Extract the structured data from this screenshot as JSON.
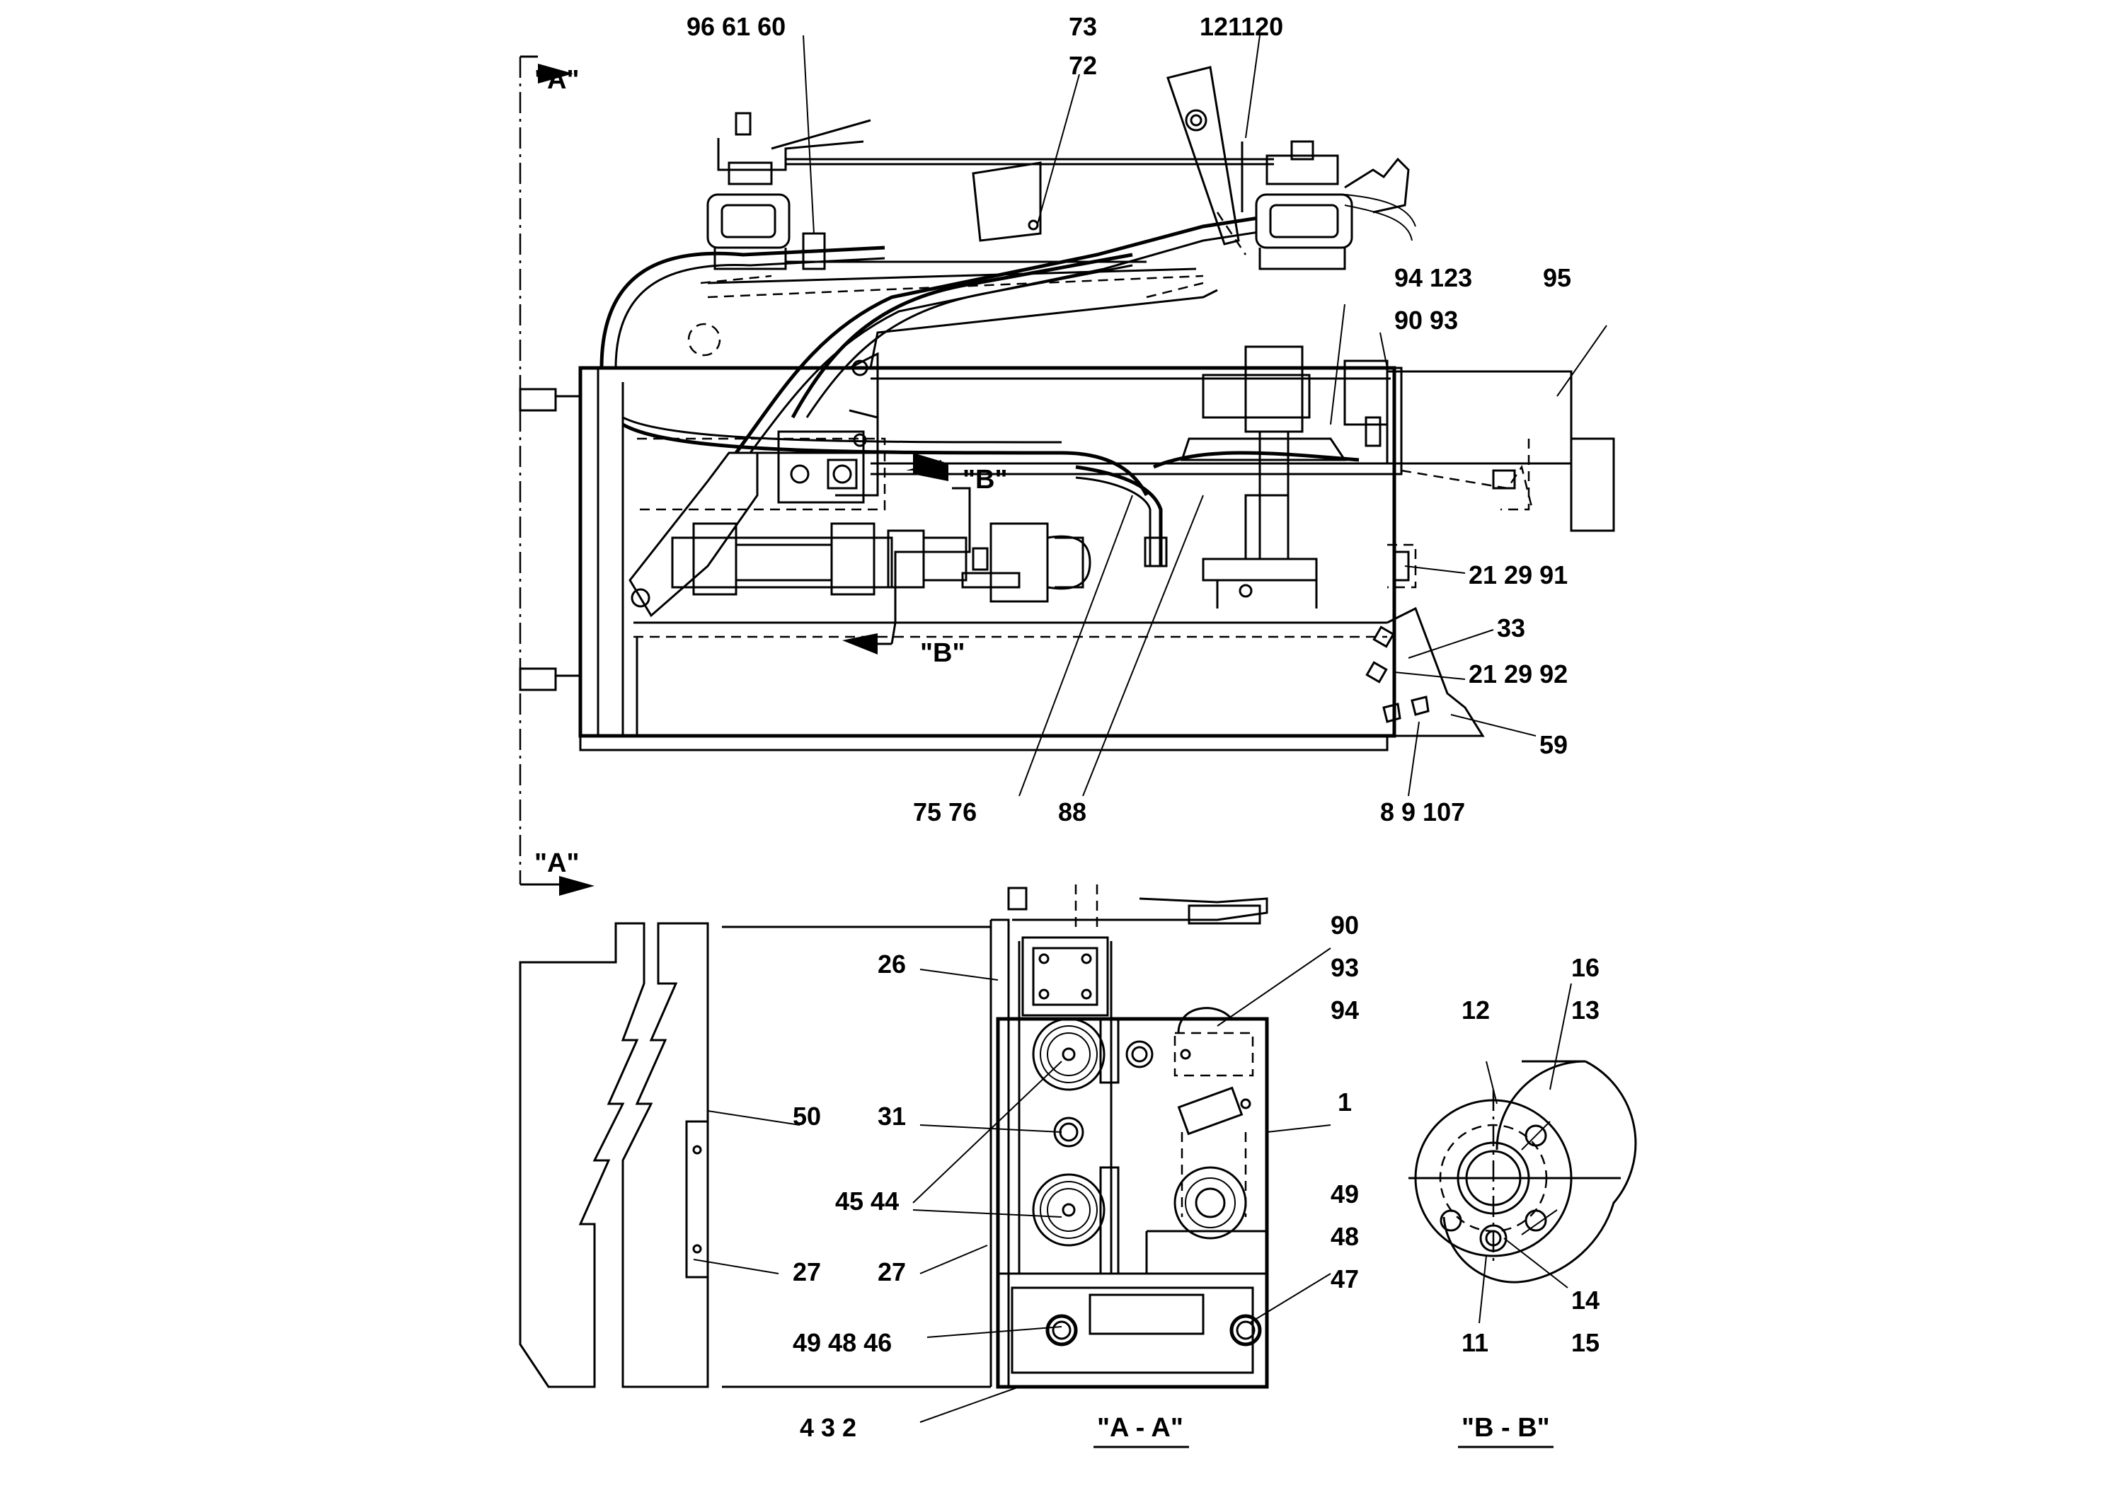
{
  "sections": {
    "a_top": "\"A\"",
    "a_bottom": "\"A\"",
    "b_top": "\"B\"",
    "b_bottom": "\"B\"",
    "view_aa": "\"A - A\"",
    "view_bb": "\"B - B\""
  },
  "callouts": {
    "c96_61_60": "96 61 60",
    "c73": "73",
    "c72": "72",
    "c121120": "121120",
    "c94_123": "94 123",
    "c90_93_top": "90 93",
    "c95": "95",
    "c21_29_91": "21  29  91",
    "c33": "33",
    "c21_29_92": "21  29  92",
    "c59": "59",
    "c75_76": "75 76",
    "c88": "88",
    "c8_9_107": "8    9  107",
    "c26": "26",
    "c50": "50",
    "c31": "31",
    "c45_44": "45 44",
    "c27_left": "27",
    "c27_right": "27",
    "c49_48_46": "49 48 46",
    "c4_3_2": "4    3    2",
    "c90": "90",
    "c93": "93",
    "c94": "94",
    "c1": "1",
    "c49": "49",
    "c48": "48",
    "c47": "47",
    "c16": "16",
    "c12": "12",
    "c13": "13",
    "c14": "14",
    "c11": "11",
    "c15": "15"
  }
}
